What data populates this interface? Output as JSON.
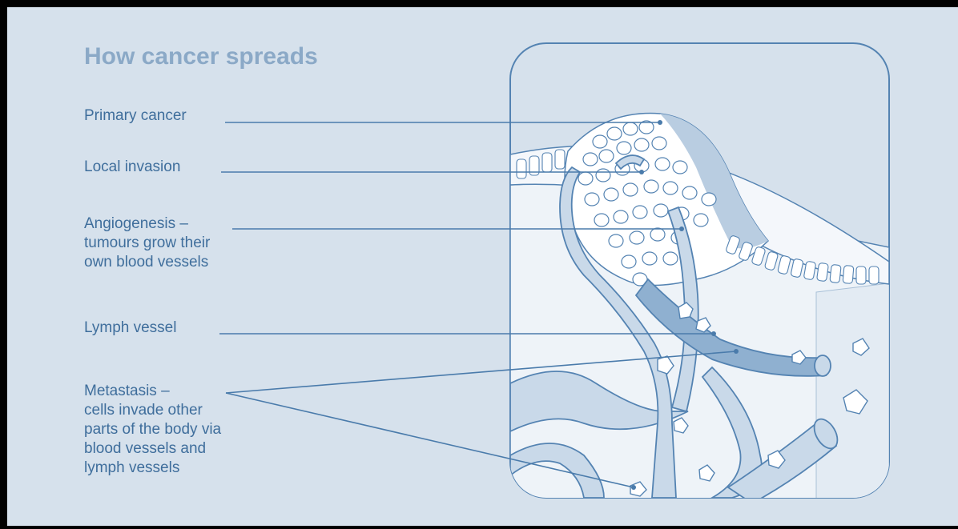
{
  "diagram": {
    "title": "How cancer spreads",
    "labels": {
      "primary_cancer": "Primary cancer",
      "local_invasion": "Local invasion",
      "angiogenesis": "Angiogenesis –\ntumours grow their\nown blood vessels",
      "lymph_vessel": "Lymph vessel",
      "metastasis": "Metastasis –\ncells invade other\nparts of the body via\nblood vessels and\nlymph vessels"
    }
  },
  "colors": {
    "background": "#d6e1ec",
    "title": "#8ba9c7",
    "label_text": "#3f6e9c",
    "leader_line": "#4a7bab",
    "outline": "#5483b2",
    "vessel_fill": "#c9d9e9",
    "lymph_fill": "#8fb0d0",
    "tissue_fill": "#eef3f8",
    "cell_fill": "#ffffff"
  }
}
